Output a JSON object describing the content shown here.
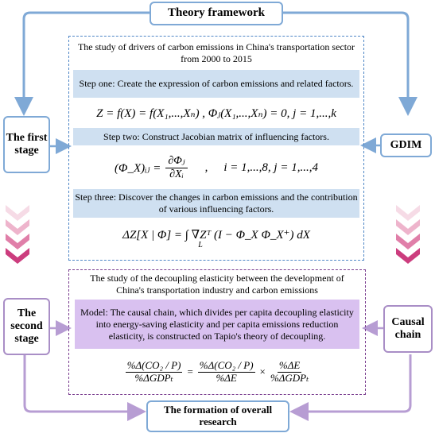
{
  "nodes": {
    "theory": "Theory framework",
    "first_stage": "The first stage",
    "gdim": "GDIM",
    "second_stage": "The second stage",
    "causal_chain": "Causal chain",
    "formation": "The formation of overall research"
  },
  "stage1": {
    "title": "The study of drivers of carbon emissions in China's transportation sector from 2000 to 2015",
    "step1": "Step one: Create the expression of carbon emissions and related factors.",
    "eq1": "Z = f(X) = f(X₁,...,Xₙ)   ,  Φⱼ(X₁,...,Xₙ) = 0, j = 1,...,k",
    "step2": "Step two: Construct Jacobian matrix of influencing factors.",
    "eq2_lhs": "(Φ_X)ᵢⱼ =",
    "eq2_num": "∂Φⱼ",
    "eq2_den": "∂Xᵢ",
    "eq2_rhs": "i = 1,...,8,  j = 1,...,4",
    "step3": "Step three: Discover the changes in carbon emissions and the contribution of various influencing factors.",
    "eq3": "ΔZ[X | Φ] = ∫ ∇Zᵀ (I − Φ_X Φ_X⁺) dX",
    "eq3_sub": "L"
  },
  "stage2": {
    "title": "The study of the decoupling elasticity between the development of China's transportation industry and carbon emissions",
    "model": "Model: The causal chain, which divides per capita decoupling elasticity into energy-saving elasticity and per capita emissions reduction elasticity, is constructed on Tapio's theory of decoupling.",
    "f1_num": "%Δ(CO₂ / P)",
    "f1_den": "%ΔGDPₜ",
    "f2_num": "%Δ(CO₂ / P)",
    "f2_den": "%ΔE",
    "f3_num": "%ΔE",
    "f3_den": "%ΔGDPₜ",
    "eq_sign": "=",
    "times_sign": "×"
  },
  "colors": {
    "blue_border": "#7fa9d6",
    "blue_dashed": "#4f86c6",
    "blue_band": "#cfe0f1",
    "purple_border": "#a98ec6",
    "purple_dashed": "#7a3d8f",
    "purple_band": "#d9c1f0",
    "chevron_shades": [
      "#f6dbe6",
      "#eeb4cc",
      "#e07fa9",
      "#cc3d7e"
    ]
  }
}
